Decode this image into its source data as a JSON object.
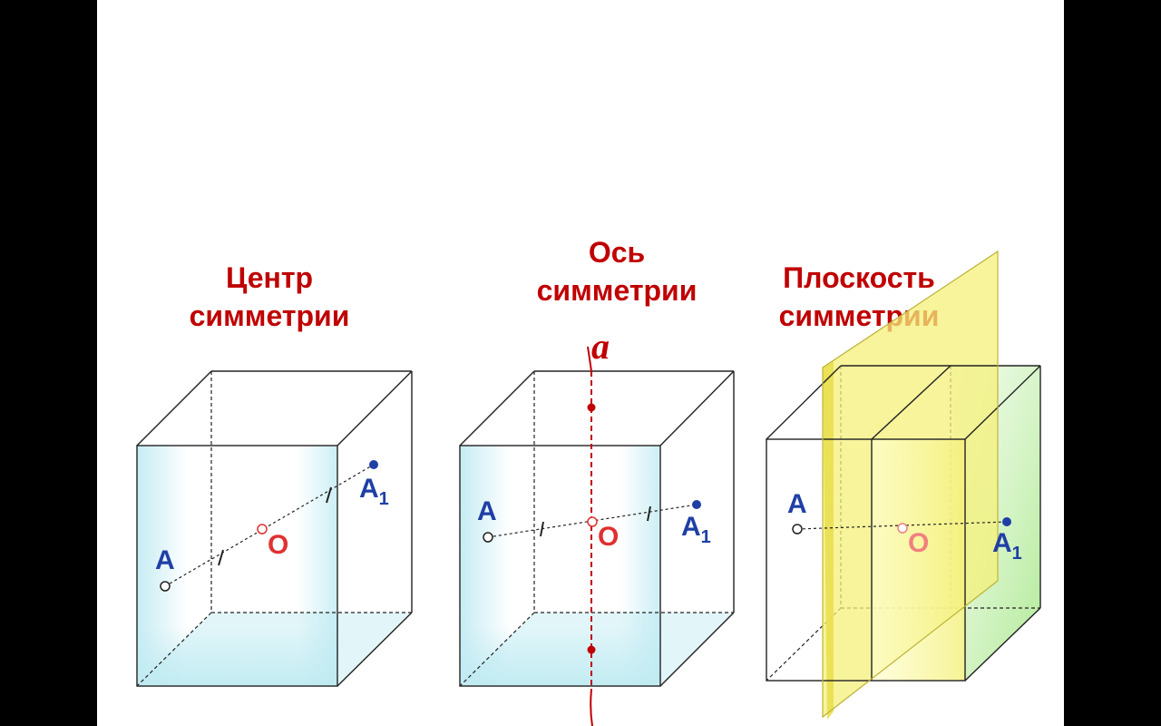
{
  "panels": {
    "center": {
      "title_line1": "Центр",
      "title_line2": "симметрии",
      "point_a": "A",
      "point_o": "O",
      "point_a1_base": "A",
      "point_a1_sub": "1"
    },
    "axis": {
      "title_line1": "Ось",
      "title_line2": "симметрии",
      "axis_label": "a",
      "point_a": "A",
      "point_o": "O",
      "point_a1_base": "A",
      "point_a1_sub": "1"
    },
    "plane": {
      "title_line1": "Плоскость",
      "title_line2": "симметрии",
      "point_a": "A",
      "point_o": "O",
      "point_a1_base": "A",
      "point_a1_sub": "1"
    }
  },
  "colors": {
    "title": "#c00000",
    "point_label": "#1f3fa6",
    "center_label": "#e03030",
    "axis_line": "#c00000",
    "plane_fill": "#f4f07a",
    "cube_tint": "#bfeaf2"
  }
}
